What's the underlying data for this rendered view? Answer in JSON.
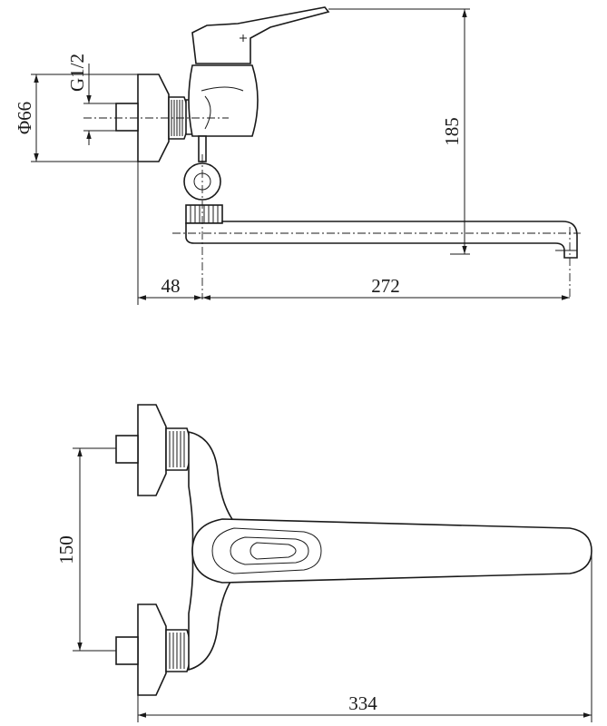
{
  "dimensions": {
    "flange_diameter": "Φ66",
    "thread": "G1/2",
    "height": "185",
    "wall_offset": "48",
    "spout_reach": "272",
    "inlet_spacing": "150",
    "overall_length": "334"
  }
}
